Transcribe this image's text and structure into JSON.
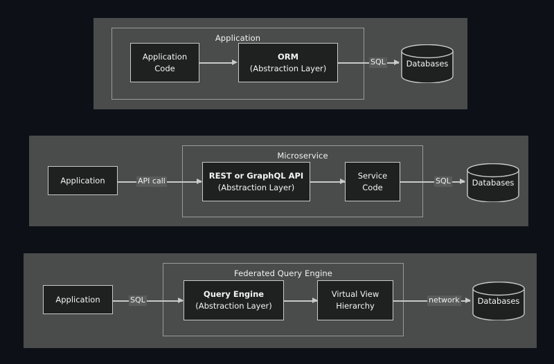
{
  "canvas": {
    "background": "#0d1017",
    "panel_fill": "#4a4c4b",
    "node_fill": "#1f2120",
    "stroke": "#c9cbca",
    "group_stroke": "#9a9c9b",
    "text_color": "#f4f4f4",
    "label_chip_fill": "#5a5c5b"
  },
  "diagrams": [
    {
      "id": "orm",
      "group": {
        "title": "Application"
      },
      "nodes": [
        {
          "id": "app-code",
          "line1": "Application",
          "line2": "Code",
          "bold_first": false
        },
        {
          "id": "orm",
          "line1": "ORM",
          "line2": "(Abstraction Layer)",
          "bold_first": true
        }
      ],
      "datastore": {
        "label": "Databases"
      },
      "edges": [
        {
          "id": "appcode-to-orm",
          "label": ""
        },
        {
          "id": "orm-to-db",
          "label": "SQL"
        }
      ]
    },
    {
      "id": "microservice",
      "group": {
        "title": "Microservice"
      },
      "nodes": [
        {
          "id": "application",
          "line1": "Application",
          "line2": "",
          "bold_first": false
        },
        {
          "id": "api",
          "line1": "REST or GraphQL API",
          "line2": "(Abstraction Layer)",
          "bold_first": true
        },
        {
          "id": "service-code",
          "line1": "Service",
          "line2": "Code",
          "bold_first": false
        }
      ],
      "datastore": {
        "label": "Databases"
      },
      "edges": [
        {
          "id": "application-to-api",
          "label": "API call"
        },
        {
          "id": "api-to-service",
          "label": ""
        },
        {
          "id": "service-to-db",
          "label": "SQL"
        }
      ]
    },
    {
      "id": "federated",
      "group": {
        "title": "Federated Query Engine"
      },
      "nodes": [
        {
          "id": "application",
          "line1": "Application",
          "line2": "",
          "bold_first": false
        },
        {
          "id": "query-engine",
          "line1": "Query Engine",
          "line2": "(Abstraction Layer)",
          "bold_first": true
        },
        {
          "id": "virtual-view",
          "line1": "Virtual View",
          "line2": "Hierarchy",
          "bold_first": false
        }
      ],
      "datastore": {
        "label": "Databases"
      },
      "edges": [
        {
          "id": "application-to-query-engine",
          "label": "SQL"
        },
        {
          "id": "query-engine-to-virtual-view",
          "label": ""
        },
        {
          "id": "virtual-view-to-db",
          "label": "network"
        }
      ]
    }
  ]
}
